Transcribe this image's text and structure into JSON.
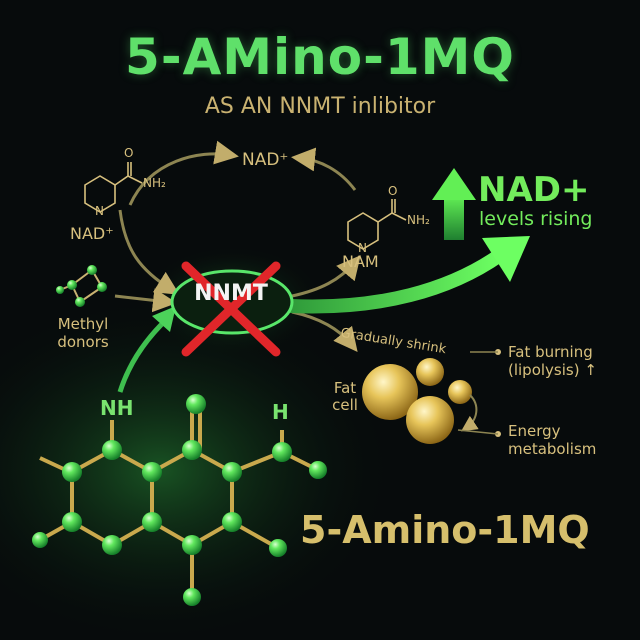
{
  "title": "5-AMino-1MQ",
  "subtitle": "AS AN NNMT inlibitor",
  "cycle": {
    "nad_left": "NAD⁺",
    "nad_top": "NAD⁺",
    "nam": "NAM",
    "nh2_left": "NH₂",
    "nh2_right": "NH₂",
    "o_left": "O",
    "o_right": "O",
    "n_left": "N",
    "n_right": "N"
  },
  "methyl_donors": "Methyl donors",
  "enzyme": {
    "label": "NNMT",
    "inhibited": true
  },
  "nad_rising": {
    "main": "NAD+",
    "sub": "levels rising"
  },
  "fat": {
    "curved_text": "Gradually shrink",
    "fat_cell": "Fat cell",
    "fat_burning": "Fat burning (lipolysis) ↑",
    "energy": "Energy metabolism"
  },
  "molecule": {
    "nh": "NH",
    "h": "H"
  },
  "bottom_name": "5-Amino-1MQ",
  "colors": {
    "background": "#070b0c",
    "green": "#5fe06a",
    "gold": "#d7c07e",
    "red_x": "#e1262a"
  }
}
